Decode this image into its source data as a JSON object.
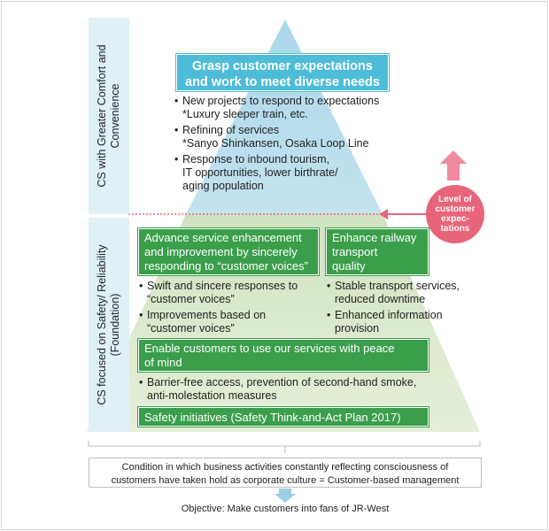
{
  "side_labels": {
    "upper": "CS with Greater Comfort and Convenience",
    "lower": "CS focused on Safety/ Reliability (Foundation)"
  },
  "top_box": {
    "line1": "Grasp customer expectations",
    "line2": "and work to meet diverse needs"
  },
  "top_bullets": [
    {
      "line1": "New projects to respond to expectations",
      "line2": "*Luxury sleeper train, etc."
    },
    {
      "line1": "Refining of services",
      "line2": "*Sanyo Shinkansen, Osaka Loop Line"
    },
    {
      "line1": "Response to inbound tourism,",
      "line2": "IT opportunities, lower birthrate/",
      "line3": "aging population"
    }
  ],
  "level_label": {
    "line1": "Level of",
    "line2": "customer",
    "line3": "expec-",
    "line4": "tations"
  },
  "green_left": {
    "line1": "Advance service enhancement",
    "line2": "and improvement by sincerely",
    "line3": "responding to “customer voices”"
  },
  "green_right": {
    "line1": "Enhance railway",
    "line2": "transport",
    "line3": "quality"
  },
  "left_bullets": [
    {
      "line1": "Swift and sincere responses to",
      "line2": "“customer voices”"
    },
    {
      "line1": "Improvements based on",
      "line2": "“customer voices”"
    }
  ],
  "right_bullets": [
    {
      "line1": "Stable transport services,",
      "line2": "reduced downtime"
    },
    {
      "line1": "Enhanced information",
      "line2": "provision"
    }
  ],
  "green_wide": {
    "line1": "Enable customers to use our services with peace",
    "line2": "of mind"
  },
  "wide_bullet": {
    "line1": "Barrier-free access, prevention of second-hand smoke,",
    "line2": "anti-molestation measures"
  },
  "green_safety": {
    "label": "Safety initiatives (Safety Think-and-Act Plan 2017)"
  },
  "condition": {
    "line1": "Condition in which business activities constantly reflecting consciousness of",
    "line2": "customers have taken hold as corporate culture = Customer-based management"
  },
  "objective": "Objective: Make customers into fans of JR-West",
  "colors": {
    "pyramid_upper": "#cfe8f2",
    "pyramid_lower": "#e3eed6",
    "blue_box": "#4dbcd8",
    "green_box": "#3a9e4b",
    "level_pink": "#e8647a",
    "side_panel": "#dff0f6"
  }
}
